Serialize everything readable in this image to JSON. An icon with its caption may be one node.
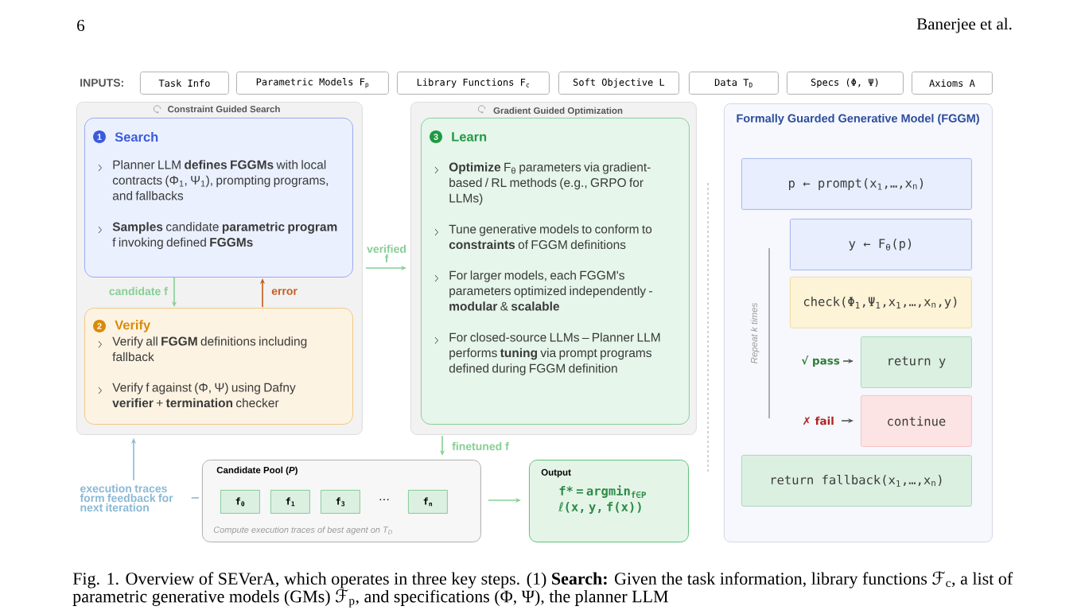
{
  "diagram": {
    "caption": "Fig. 1. Overview of SEVerA, which operates in three key steps. (1) **Search:** Given the task information, library functions ℱ$_{c}$, a list of parametric generative models (GMs) ℱ$_{p}$, and specifications (Φ, Ψ), the planner LLM",
    "nodes": [
      {
        "text": [
          "Task Info"
        ]
      },
      {
        "text": [
          "Parametric Models F$_{p}$"
        ]
      },
      {
        "text": [
          "Library Functions F$_{c}$"
        ]
      },
      {
        "text": [
          "Soft Objective L"
        ]
      },
      {
        "text": [
          "Data T$_{D}$"
        ]
      },
      {
        "text": [
          "Specs  (Φ, Ψ)"
        ]
      },
      {
        "text": [
          "Axioms A"
        ]
      },
      {
        "text": [
          "Constraint Guided Search"
        ]
      },
      {
        "text": [
          "1",
          "Search",
          "Planner LLM **defines FGGMs** with local contracts (Φ$_{1}$, Ψ$_{1}$), prompting programs, and fallbacks",
          "**Samples** candidate **parametric program** f invoking defined **FGGMs**"
        ],
        "in": 7
      },
      {
        "text": [
          "2",
          "Verify",
          "Verify all **FGGM** definitions including fallback",
          "Verify f against (Φ, Ψ) using Dafny **verifier** + **termination** checker"
        ],
        "in": 7
      },
      {
        "text": [
          "Gradient Guided Optimization"
        ]
      },
      {
        "text": [
          "3",
          "Learn",
          "**Optimize** F$_{θ}$ parameters via gradient-based / RL methods (e.g., GRPO for LLMs)",
          "Tune generative models to conform to **constraints** of FGGM definitions",
          "For larger models, each FGGM's parameters optimized independently - **modular** & **scalable**",
          "For closed-source LLMs – Planner LLM performs **tuning** via prompt programs defined during FGGM definition"
        ],
        "in": 10
      },
      {
        "text": [
          "Formally Guarded Generative Model (FGGM)"
        ]
      },
      {
        "text": [
          "p ← prompt(x$_{1}$,…,x$_{n}$)"
        ],
        "in": 12
      },
      {
        "text": [
          "y ← F$_{θ}$(p)"
        ],
        "in": 12
      },
      {
        "text": [
          "check(Φ$_{1}$,Ψ$_{1}$,x$_{1}$,…,x$_{n}$,y)"
        ],
        "in": 12
      },
      {
        "text": [
          "return y"
        ],
        "in": 12
      },
      {
        "text": [
          "continue"
        ],
        "in": 12
      },
      {
        "text": [
          "return fallback(x$_{1}$,…,x$_{n}$)"
        ],
        "in": 12
      },
      {
        "text": [
          "√ pass"
        ],
        "in": 12
      },
      {
        "text": [
          "✗ fail"
        ],
        "in": 12
      },
      {
        "text": [
          "Candidate Pool (*P*)",
          "⋯",
          "Compute execution traces of best agent on T$_{D}$"
        ]
      },
      {
        "text": [
          "f$_{0}$"
        ],
        "in": 21
      },
      {
        "text": [
          "f$_{1}$"
        ],
        "in": 21
      },
      {
        "text": [
          "f$_{3}$"
        ],
        "in": 21
      },
      {
        "text": [
          "f$_{n}$"
        ],
        "in": 21
      },
      {
        "text": [
          "Output",
          "f* = argmin$_{f∈P}$ ℓ(x, y, f(x))"
        ]
      },
      {
        "text": [
          "execution traces form feedback for next iteration"
        ]
      }
    ],
    "edges": [
      {
        "from": 8,
        "to": 9,
        "arrow": "to",
        "label": "candidate f"
      },
      {
        "from": 9,
        "to": 8,
        "arrow": "to",
        "label": "error",
        "color": "#c85a1e"
      },
      {
        "from": 7,
        "to": 10,
        "arrow": "to",
        "label": "verified f"
      },
      {
        "from": 10,
        "to": 21,
        "arrow": "to",
        "label": "finetuned f"
      },
      {
        "from": 21,
        "to": 26,
        "arrow": "to"
      },
      {
        "from": 27,
        "to": 21,
        "arrow": "none",
        "color": "#8ab9d6"
      },
      {
        "from": 27,
        "to": 7,
        "arrow": "to",
        "color": "#8ab9d6"
      },
      {
        "from": 19,
        "to": 16,
        "arrow": "to",
        "color": "#555555"
      },
      {
        "from": 20,
        "to": 17,
        "arrow": "to",
        "color": "#555555"
      }
    ],
    "labels": [
      "6",
      "Banerjee et al.",
      "INPUTS:",
      "Repeat k times"
    ]
  }
}
